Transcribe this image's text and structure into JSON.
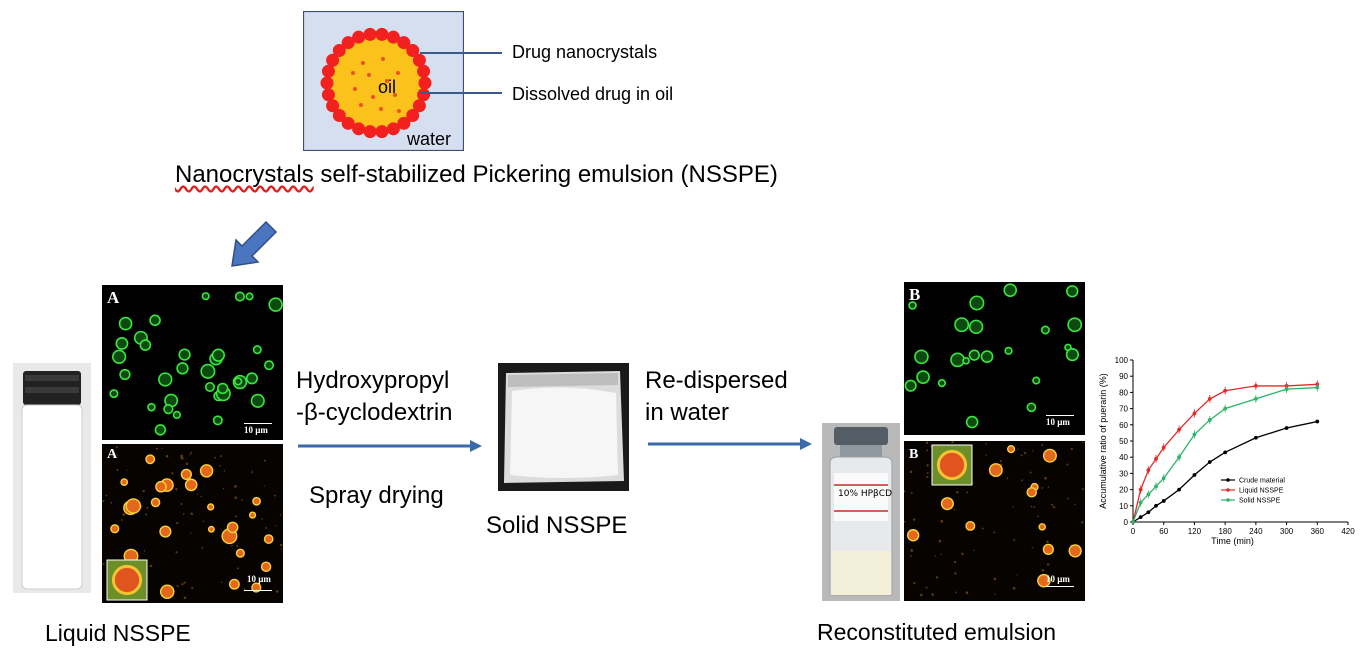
{
  "schematic": {
    "oil_label": "oil",
    "water_label": "water",
    "callout_nanocrystals": "Drug nanocrystals",
    "callout_dissolved": "Dissolved drug in oil",
    "title_word1": "Nanocrystals",
    "title_rest": " self-stabilized Pickering emulsion (NSSPE)"
  },
  "liquid": {
    "caption": "Liquid NSSPE",
    "panel_top_label": "A",
    "panel_bottom_label": "A",
    "scale_label": "10 µm"
  },
  "process": {
    "agent_line1": "Hydroxypropyl",
    "agent_line2": "-β-cyclodextrin",
    "method": "Spray drying",
    "solid_caption": "Solid NSSPE",
    "redisperse_line1": "Re-dispersed",
    "redisperse_line2": "in water"
  },
  "reconstituted": {
    "caption": "Reconstituted emulsion",
    "panel_top_label": "B",
    "panel_bottom_label": "B",
    "scale_label": "10 µm",
    "vial_label": "10% HPβCD"
  },
  "colors": {
    "accent_arrow": "#3a6aa8",
    "series_crude": "#000000",
    "series_liquid": "#e02b2b",
    "series_solid": "#2db36a"
  },
  "chart_data": {
    "type": "line",
    "title": "",
    "xlabel": "Time (min)",
    "ylabel": "Accumulative ratio of puerarin (%)",
    "xlim": [
      0,
      420
    ],
    "ylim": [
      0,
      100
    ],
    "xticks": [
      0,
      60,
      120,
      180,
      240,
      300,
      360,
      420
    ],
    "yticks": [
      0,
      10,
      20,
      30,
      40,
      50,
      60,
      70,
      80,
      90,
      100
    ],
    "legend_position": "lower-right",
    "series": [
      {
        "name": "Crude material",
        "x": [
          0,
          15,
          30,
          45,
          60,
          90,
          120,
          150,
          180,
          240,
          300,
          360
        ],
        "y": [
          0,
          3,
          6,
          10,
          13,
          20,
          29,
          37,
          43,
          52,
          58,
          62
        ]
      },
      {
        "name": "Liquid NSSPE",
        "x": [
          0,
          15,
          30,
          45,
          60,
          90,
          120,
          150,
          180,
          240,
          300,
          360
        ],
        "y": [
          0,
          20,
          32,
          39,
          46,
          57,
          67,
          76,
          81,
          84,
          84,
          85
        ]
      },
      {
        "name": "Solid NSSPE",
        "x": [
          0,
          15,
          30,
          45,
          60,
          90,
          120,
          150,
          180,
          240,
          300,
          360
        ],
        "y": [
          0,
          12,
          17,
          22,
          27,
          40,
          54,
          63,
          70,
          76,
          82,
          83
        ]
      }
    ]
  }
}
